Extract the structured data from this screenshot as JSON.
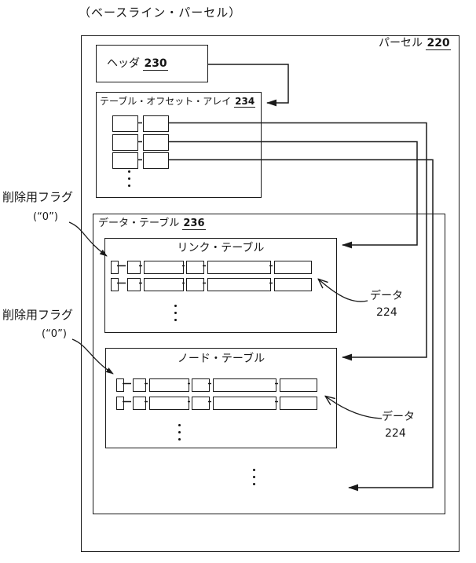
{
  "colors": {
    "ink": "#1a1a1a",
    "background": "#ffffff"
  },
  "caption": "（ベースライン・パーセル）",
  "parcel": {
    "label": "パーセル",
    "ref": "220"
  },
  "header": {
    "label": "ヘッダ",
    "ref": "230"
  },
  "table_offset_array": {
    "label": "テーブル・オフセット・アレイ",
    "ref": "234"
  },
  "data_table": {
    "label": "データ・テーブル",
    "ref": "236"
  },
  "link_table": {
    "title": "リンク・テーブル"
  },
  "node_table": {
    "title": "ノード・テーブル"
  },
  "annotations": {
    "deletion_flag_link": {
      "label": "削除用フラグ",
      "value": "(“0”)"
    },
    "deletion_flag_node": {
      "label": "削除用フラグ",
      "value": "(“0”)"
    },
    "data_link": {
      "label": "データ",
      "ref": "224"
    },
    "data_node": {
      "label": "データ",
      "ref": "224"
    }
  }
}
